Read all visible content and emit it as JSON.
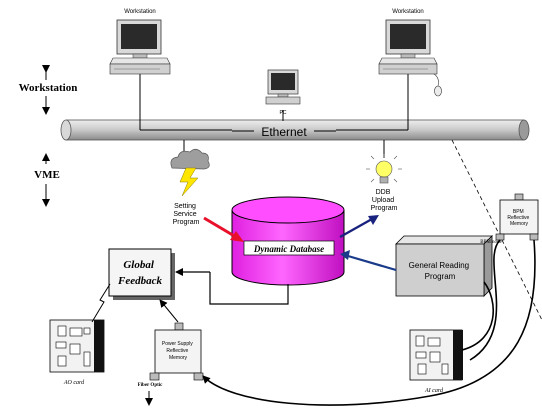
{
  "tiers": {
    "workstation": "Workstation",
    "vme": "VME"
  },
  "nodes": {
    "workstation_left": "Workstation",
    "workstation_right": "Workstation",
    "pc": "PC",
    "ethernet": "Ethernet",
    "setting_service": [
      "Setting",
      "Service",
      "Program"
    ],
    "ddb_upload": [
      "DDB",
      "Upload",
      "Program"
    ],
    "dynamic_database": "Dynamic Database",
    "global_feedback": [
      "Global",
      "Feedback"
    ],
    "general_reading": [
      "General Reading",
      "Program"
    ],
    "power_supply_memory": [
      "Power Supply",
      "Reflective",
      "Memory"
    ],
    "bpm_memory": [
      "BPM",
      "Reflective",
      "Memory"
    ],
    "bpm_node": "BPM node",
    "ao_card": "AO card",
    "ai_card": "AI card",
    "fiber_optic": "Fiber Optic"
  },
  "colors": {
    "ethernet_bus": "#c8c8c8",
    "database": "#ff33ff",
    "setting_arrow": "#e8102a",
    "upload_arrow": "#1a237e",
    "reading_arrow": "#1a3a8a",
    "lightning": "#ffe600",
    "bulb": "#ffff66",
    "monitor_screen": "#2a2a2a",
    "card_board": "#f2f2f2"
  }
}
